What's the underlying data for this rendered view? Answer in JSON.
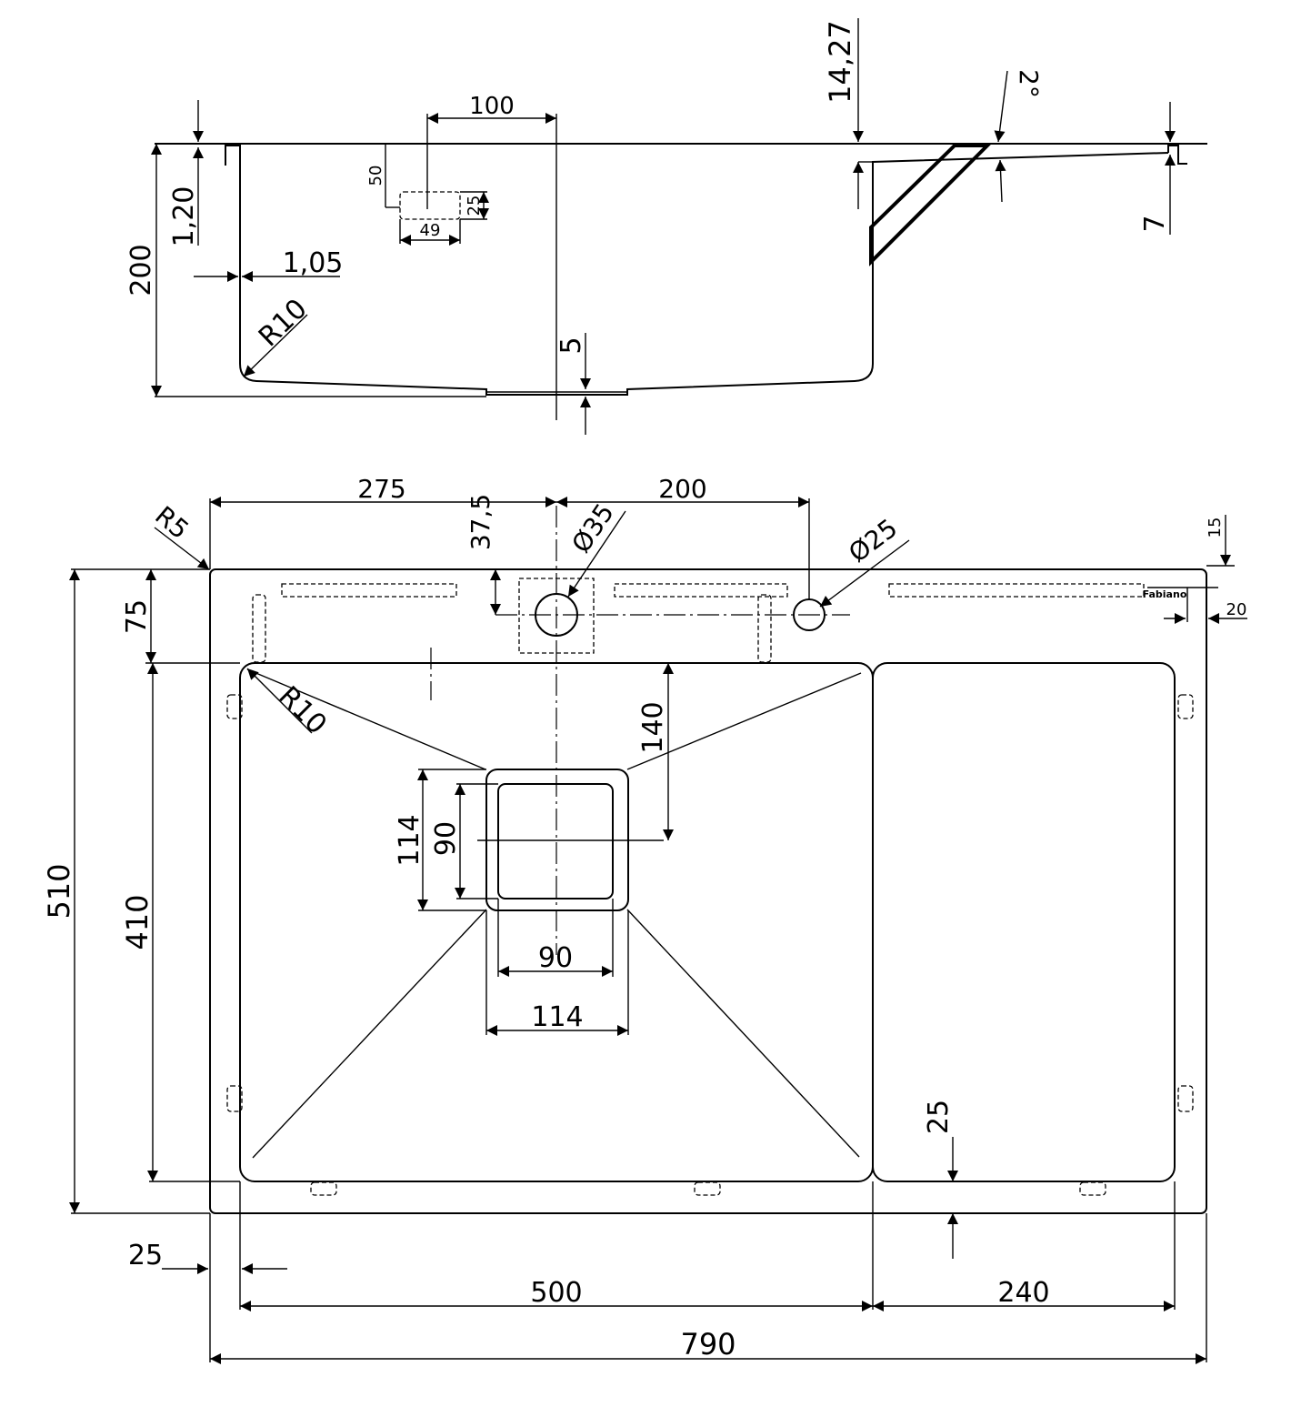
{
  "side_view": {
    "labels": {
      "d100": "100",
      "d14_27": "14,27",
      "angle2": "2°",
      "d50": "50",
      "d25": "25",
      "d49": "49",
      "d1_20": "1,20",
      "d200": "200",
      "d1_05": "1,05",
      "r10": "R10",
      "d5": "5",
      "d7": "7"
    }
  },
  "top_view": {
    "labels": {
      "d275": "275",
      "d200": "200",
      "d37_5": "37,5",
      "dia35": "Ø35",
      "dia25": "Ø25",
      "r5": "R5",
      "d15": "15",
      "d20": "20",
      "d75": "75",
      "r10": "R10",
      "d140": "140",
      "d510": "510",
      "d410": "410",
      "d114v": "114",
      "d90v": "90",
      "d90h": "90",
      "d114h": "114",
      "d25a": "25",
      "d25b": "25",
      "d500": "500",
      "d240": "240",
      "d790": "790"
    },
    "brand": "Fabiano"
  }
}
